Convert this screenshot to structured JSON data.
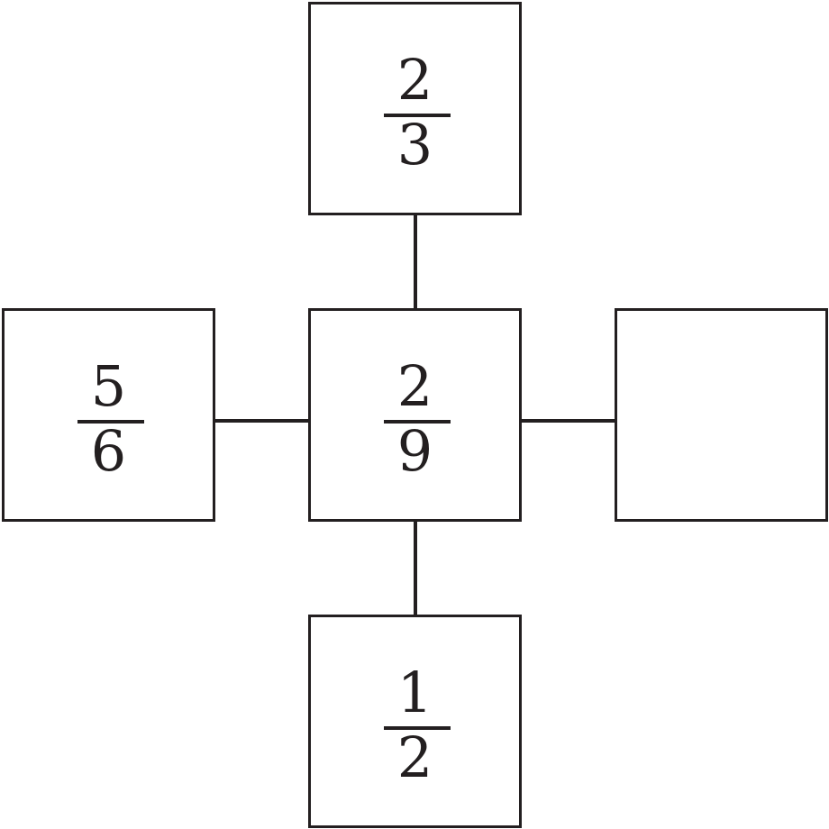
{
  "colors": {
    "stroke": "#231f20",
    "background": "#ffffff"
  },
  "boxes": {
    "top": {
      "numerator": "2",
      "denominator": "3"
    },
    "left": {
      "numerator": "5",
      "denominator": "6"
    },
    "center": {
      "numerator": "2",
      "denominator": "9"
    },
    "right": {
      "numerator": "",
      "denominator": ""
    },
    "bottom": {
      "numerator": "1",
      "denominator": "2"
    }
  }
}
